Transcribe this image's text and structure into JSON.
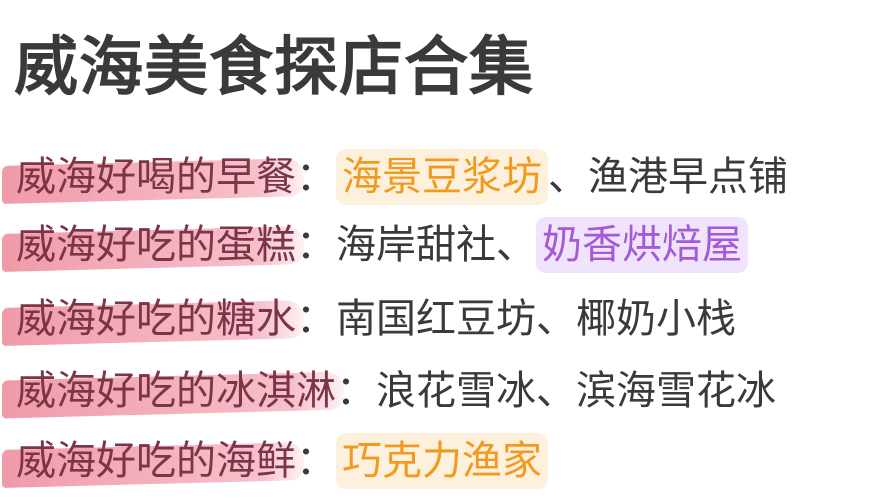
{
  "title": "威海美食探店合集",
  "colors": {
    "title": "#3a3a3a",
    "label_text": "#7c3447",
    "label_highlight": "#ec788c",
    "orange_text": "#f29a1e",
    "orange_bg": "#fdf1de",
    "purple_text": "#a45ad8",
    "purple_bg": "#efe4fb"
  },
  "rows": [
    {
      "label": "威海好喝的早餐",
      "colon": "：",
      "shops": [
        {
          "name": "海景豆浆坊",
          "highlight": "orange"
        },
        {
          "sep": "、"
        },
        {
          "name": "渔港早点铺",
          "highlight": "none"
        }
      ]
    },
    {
      "label": "威海好吃的蛋糕",
      "colon": "：",
      "shops": [
        {
          "name": "海岸甜社",
          "highlight": "none"
        },
        {
          "sep": "、"
        },
        {
          "name": "奶香烘焙屋",
          "highlight": "purple"
        }
      ]
    },
    {
      "label": "威海好吃的糖水",
      "colon": "：",
      "shops": [
        {
          "name": "南国红豆坊",
          "highlight": "none"
        },
        {
          "sep": "、"
        },
        {
          "name": "椰奶小栈",
          "highlight": "none"
        }
      ]
    },
    {
      "label": "威海好吃的冰淇淋",
      "colon": "：",
      "shops": [
        {
          "name": "浪花雪冰",
          "highlight": "none"
        },
        {
          "sep": "、"
        },
        {
          "name": "滨海雪花冰",
          "highlight": "none"
        }
      ]
    },
    {
      "label": "威海好吃的海鲜",
      "colon": "：",
      "shops": [
        {
          "name": "巧克力渔家",
          "highlight": "orange"
        }
      ]
    }
  ]
}
